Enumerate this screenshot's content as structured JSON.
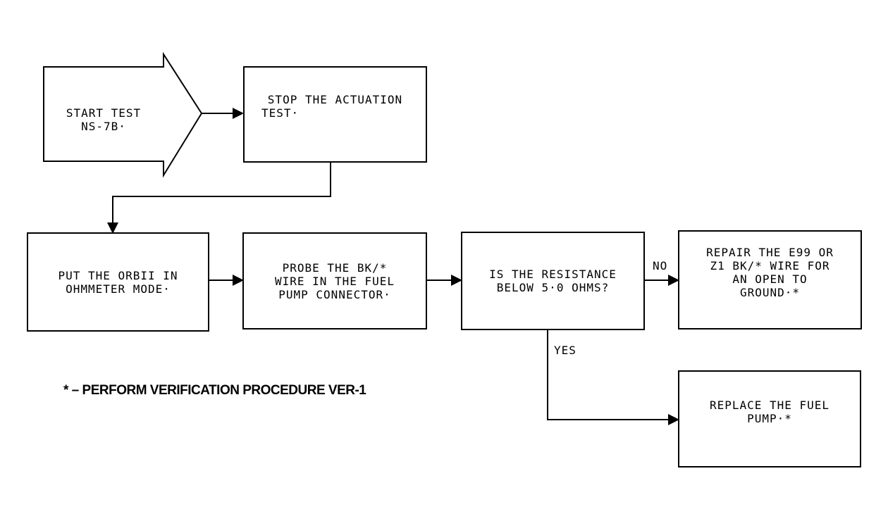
{
  "nodes": {
    "start": {
      "lines": [
        "START TEST",
        "NS-7B·"
      ]
    },
    "stop_actuation": {
      "lines": [
        "STOP THE ACTUATION",
        "TEST·"
      ]
    },
    "ohmmeter_mode": {
      "lines": [
        "PUT THE ORBII IN",
        "OHMMETER MODE·"
      ]
    },
    "probe_wire": {
      "lines": [
        "PROBE THE BK/*",
        "WIRE IN THE FUEL",
        "PUMP CONNECTOR·"
      ]
    },
    "resistance_check": {
      "lines": [
        "IS THE RESISTANCE",
        "BELOW 5·0 OHMS?"
      ]
    },
    "repair_wire": {
      "lines": [
        "REPAIR THE E99 OR",
        "Z1 BK/* WIRE FOR",
        "AN OPEN TO",
        "GROUND·*"
      ]
    },
    "replace_pump": {
      "lines": [
        "REPLACE THE FUEL",
        "PUMP·*"
      ]
    }
  },
  "edge_labels": {
    "no": "NO",
    "yes": "YES"
  },
  "footnote": "* – PERFORM VERIFICATION PROCEDURE VER-1",
  "colors": {
    "stroke": "#000000",
    "background": "#ffffff"
  }
}
